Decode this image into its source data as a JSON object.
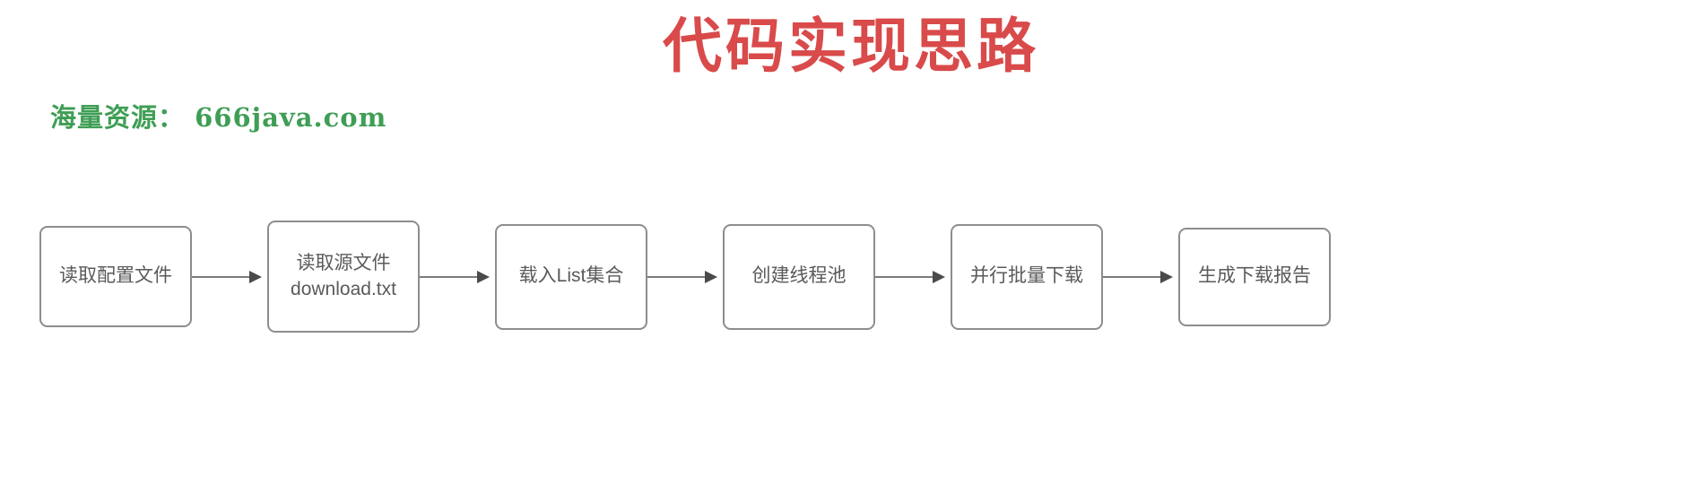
{
  "slide": {
    "title": "代码实现思路",
    "title_color": "#d94a4a",
    "background_color": "#ffffff"
  },
  "watermark": {
    "text": "海量资源： 666java.com",
    "color": "#3f9e55"
  },
  "flowchart": {
    "node_border_color": "#8d8d8d",
    "node_text_color": "#5a5a5a",
    "arrow_color": "#7a7a7a",
    "arrow_glyph": "arrow-right-icon",
    "nodes": [
      {
        "lines": [
          "读取配置文件"
        ]
      },
      {
        "lines": [
          "读取源文件",
          "download.txt"
        ]
      },
      {
        "lines": [
          "载入List集合"
        ]
      },
      {
        "lines": [
          "创建线程池"
        ]
      },
      {
        "lines": [
          "并行批量下载"
        ]
      },
      {
        "lines": [
          "生成下载报告"
        ]
      }
    ]
  }
}
